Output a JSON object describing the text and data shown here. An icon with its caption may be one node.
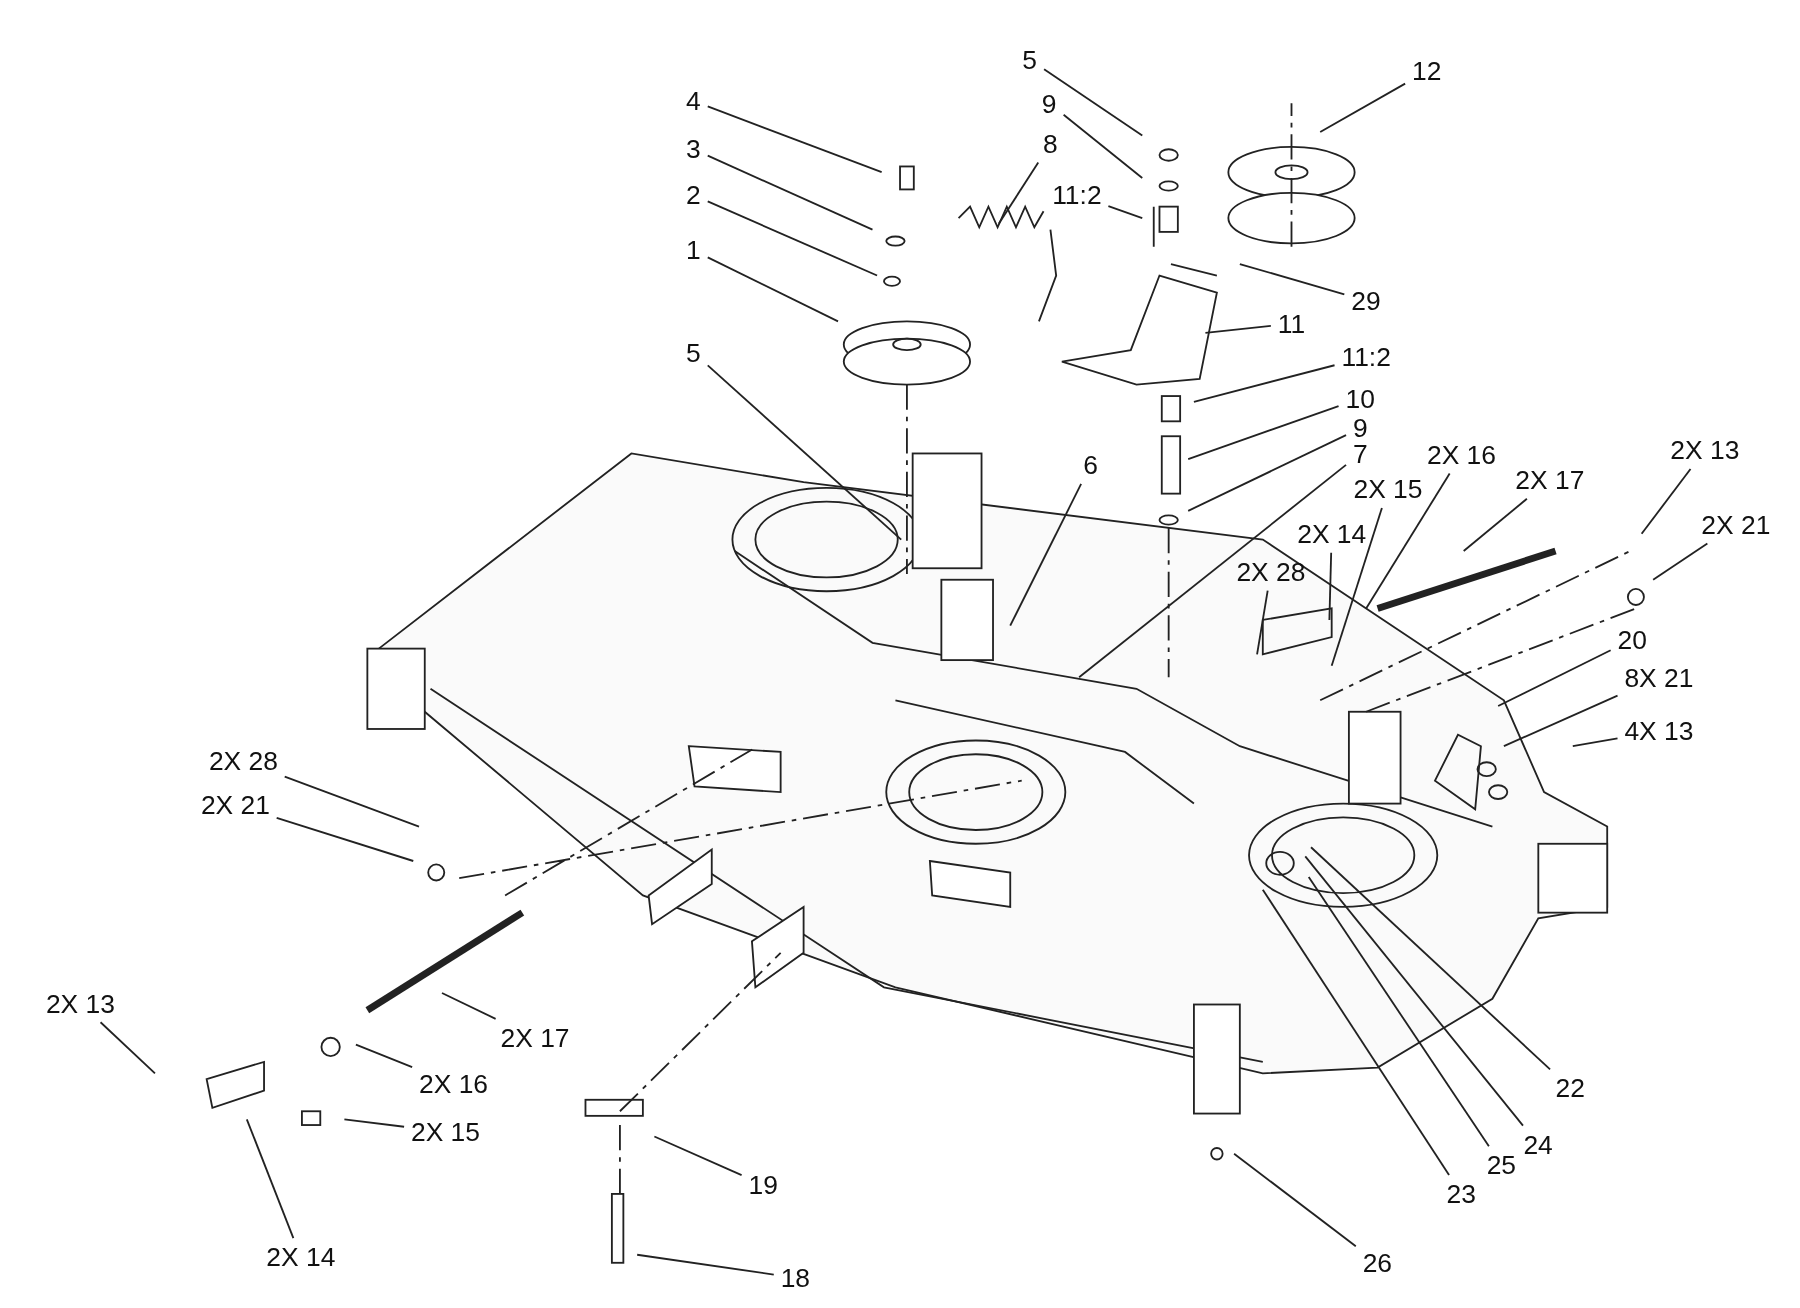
{
  "diagram": {
    "nodes": [
      {
        "text": [
          "4"
        ]
      },
      {
        "text": [
          "3"
        ]
      },
      {
        "text": [
          "2"
        ]
      },
      {
        "text": [
          "1"
        ]
      },
      {
        "text": [
          "5"
        ]
      },
      {
        "text": [
          "9"
        ]
      },
      {
        "text": [
          "11:2"
        ]
      },
      {
        "text": [
          "8"
        ]
      },
      {
        "text": [
          "12"
        ]
      },
      {
        "text": [
          "29"
        ]
      },
      {
        "text": [
          "11"
        ]
      },
      {
        "text": [
          "11:2"
        ]
      },
      {
        "text": [
          "10"
        ]
      },
      {
        "text": [
          "9"
        ]
      },
      {
        "text": [
          "7"
        ]
      },
      {
        "text": [
          "5"
        ]
      },
      {
        "text": [
          "6"
        ]
      },
      {
        "text": [
          "2X 16"
        ]
      },
      {
        "text": [
          "2X 15"
        ]
      },
      {
        "text": [
          "2X 17"
        ]
      },
      {
        "text": [
          "2X 13"
        ]
      },
      {
        "text": [
          "2X 21"
        ]
      },
      {
        "text": [
          "2X 14"
        ]
      },
      {
        "text": [
          "2X 28"
        ]
      },
      {
        "text": [
          "20"
        ]
      },
      {
        "text": [
          "8X 21"
        ]
      },
      {
        "text": [
          "4X 13"
        ]
      },
      {
        "text": [
          "2X 28"
        ]
      },
      {
        "text": [
          "2X 21"
        ]
      },
      {
        "text": [
          "2X 13"
        ]
      },
      {
        "text": [
          "2X 17"
        ]
      },
      {
        "text": [
          "2X 16"
        ]
      },
      {
        "text": [
          "2X 15"
        ]
      },
      {
        "text": [
          "2X 14"
        ]
      },
      {
        "text": [
          "19"
        ]
      },
      {
        "text": [
          "18"
        ]
      },
      {
        "text": [
          "22"
        ]
      },
      {
        "text": [
          "24"
        ]
      },
      {
        "text": [
          "25"
        ]
      },
      {
        "text": [
          "23"
        ]
      },
      {
        "text": [
          "26"
        ]
      }
    ],
    "edges": [
      {
        "from": 0,
        "to": null,
        "arrow": "none"
      },
      {
        "from": 1,
        "to": null,
        "arrow": "none"
      },
      {
        "from": 2,
        "to": null,
        "arrow": "none"
      },
      {
        "from": 3,
        "to": null,
        "arrow": "none"
      },
      {
        "from": 4,
        "to": null,
        "arrow": "none"
      },
      {
        "from": 5,
        "to": null,
        "arrow": "none"
      },
      {
        "from": 6,
        "to": null,
        "arrow": "none"
      },
      {
        "from": 7,
        "to": null,
        "arrow": "none"
      },
      {
        "from": 8,
        "to": null,
        "arrow": "none"
      },
      {
        "from": 9,
        "to": null,
        "arrow": "none"
      },
      {
        "from": 10,
        "to": null,
        "arrow": "none"
      },
      {
        "from": 11,
        "to": null,
        "arrow": "none"
      },
      {
        "from": 12,
        "to": null,
        "arrow": "none"
      },
      {
        "from": 13,
        "to": null,
        "arrow": "none"
      },
      {
        "from": 14,
        "to": null,
        "arrow": "none"
      },
      {
        "from": 15,
        "to": null,
        "arrow": "none"
      },
      {
        "from": 16,
        "to": null,
        "arrow": "none"
      },
      {
        "from": 17,
        "to": null,
        "arrow": "none"
      },
      {
        "from": 18,
        "to": null,
        "arrow": "none"
      },
      {
        "from": 19,
        "to": null,
        "arrow": "none"
      },
      {
        "from": 20,
        "to": null,
        "arrow": "none"
      },
      {
        "from": 21,
        "to": null,
        "arrow": "none"
      },
      {
        "from": 22,
        "to": null,
        "arrow": "none"
      },
      {
        "from": 23,
        "to": null,
        "arrow": "none"
      },
      {
        "from": 24,
        "to": null,
        "arrow": "none"
      },
      {
        "from": 25,
        "to": null,
        "arrow": "none"
      },
      {
        "from": 26,
        "to": null,
        "arrow": "none"
      },
      {
        "from": 27,
        "to": null,
        "arrow": "none"
      },
      {
        "from": 28,
        "to": null,
        "arrow": "none"
      },
      {
        "from": 29,
        "to": null,
        "arrow": "none"
      },
      {
        "from": 30,
        "to": null,
        "arrow": "none"
      },
      {
        "from": 31,
        "to": null,
        "arrow": "none"
      },
      {
        "from": 32,
        "to": null,
        "arrow": "none"
      },
      {
        "from": 33,
        "to": null,
        "arrow": "none"
      },
      {
        "from": 34,
        "to": null,
        "arrow": "none"
      },
      {
        "from": 35,
        "to": null,
        "arrow": "none"
      },
      {
        "from": 36,
        "to": null,
        "arrow": "none"
      },
      {
        "from": 37,
        "to": null,
        "arrow": "none"
      },
      {
        "from": 38,
        "to": null,
        "arrow": "none"
      },
      {
        "from": 39,
        "to": null,
        "arrow": "none"
      },
      {
        "from": 40,
        "to": null,
        "arrow": "none"
      }
    ]
  }
}
